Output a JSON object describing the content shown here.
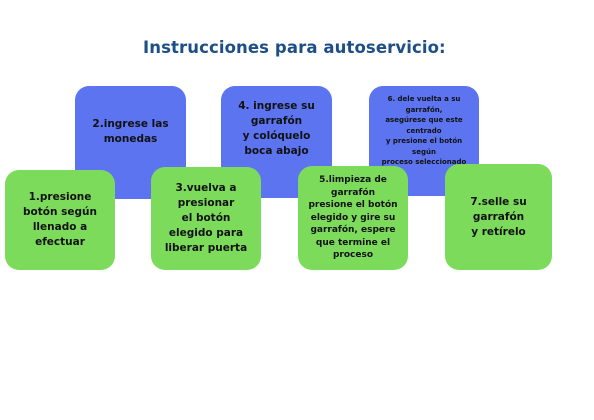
{
  "title": "Instrucciones para autoservicio:",
  "colors": {
    "title": "#1d4f86",
    "blue_box": "#5c74f0",
    "green_box": "#7ddb5c",
    "text": "#111111"
  },
  "steps": [
    {
      "id": "step1",
      "color": "green",
      "text": "1.presione\nbotón según\nllenado a\nefectuar"
    },
    {
      "id": "step2",
      "color": "blue",
      "text": "2.ingrese las\nmonedas"
    },
    {
      "id": "step3",
      "color": "green",
      "text": "3.vuelva a\npresionar\nel botón\nelegido para\nliberar puerta"
    },
    {
      "id": "step4",
      "color": "blue",
      "text": "4. ingrese su\ngarrafón\ny colóquelo\nboca abajo"
    },
    {
      "id": "step5",
      "color": "green",
      "text": "5.limpieza de\ngarrafón\npresione el botón\nelegido y gire su\ngarrafón, espere\nque termine el\nproceso"
    },
    {
      "id": "step6",
      "color": "blue",
      "text": "6. dele vuelta a su\ngarrafón,\nasegúrese que este\ncentrado\ny presione el botón\nsegún\nproceso seleccionado"
    },
    {
      "id": "step7",
      "color": "green",
      "text": "7.selle su\ngarrafón\ny retírelo"
    }
  ]
}
